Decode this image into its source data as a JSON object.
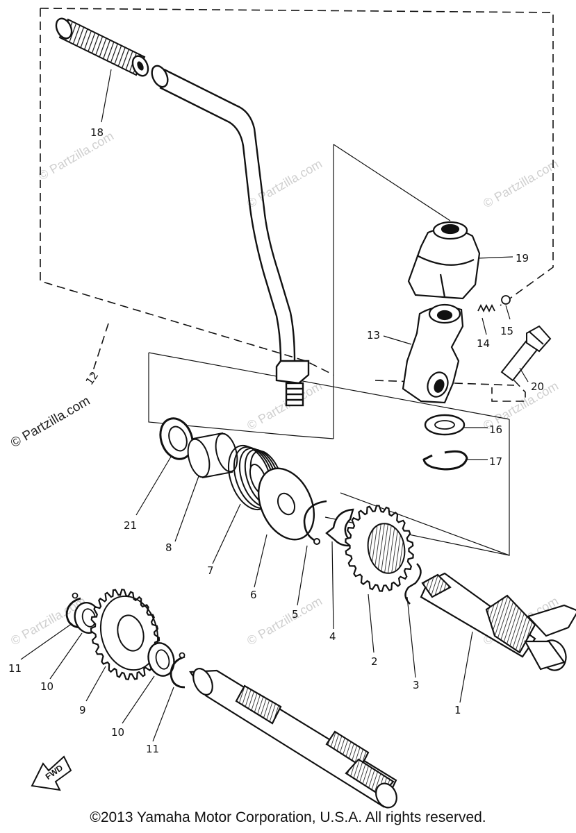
{
  "watermark": "© Partzilla.com",
  "fwd_label": "FWD",
  "footer": "©2013 Yamaha Motor Corporation, U.S.A. All rights reserved.",
  "callouts": {
    "c1": "1",
    "c2": "2",
    "c3": "3",
    "c4": "4",
    "c5": "5",
    "c6": "6",
    "c7": "7",
    "c8": "8",
    "c9": "9",
    "c10a": "10",
    "c10b": "10",
    "c11a": "11",
    "c11b": "11",
    "c12": "12",
    "c13": "13",
    "c14": "14",
    "c15": "15",
    "c16": "16",
    "c17": "17",
    "c18": "18",
    "c19": "19",
    "c20": "20",
    "c21": "21"
  },
  "parts": [
    {
      "ref": "1",
      "name": "kick-shaft"
    },
    {
      "ref": "2",
      "name": "kick-gear"
    },
    {
      "ref": "3",
      "name": "clip"
    },
    {
      "ref": "4",
      "name": "circlip"
    },
    {
      "ref": "5",
      "name": "circlip"
    },
    {
      "ref": "6",
      "name": "spring-cover"
    },
    {
      "ref": "7",
      "name": "torsion-spring"
    },
    {
      "ref": "8",
      "name": "spring-guide"
    },
    {
      "ref": "9",
      "name": "idler-gear"
    },
    {
      "ref": "10",
      "name": "washer"
    },
    {
      "ref": "11",
      "name": "circlip"
    },
    {
      "ref": "12",
      "name": "kick-crank-assembly"
    },
    {
      "ref": "13",
      "name": "kick-boss"
    },
    {
      "ref": "14",
      "name": "spring"
    },
    {
      "ref": "15",
      "name": "ball"
    },
    {
      "ref": "16",
      "name": "washer"
    },
    {
      "ref": "17",
      "name": "circlip"
    },
    {
      "ref": "18",
      "name": "kick-crank-grip"
    },
    {
      "ref": "19",
      "name": "cover"
    },
    {
      "ref": "20",
      "name": "bolt"
    },
    {
      "ref": "21",
      "name": "oil-seal"
    }
  ]
}
